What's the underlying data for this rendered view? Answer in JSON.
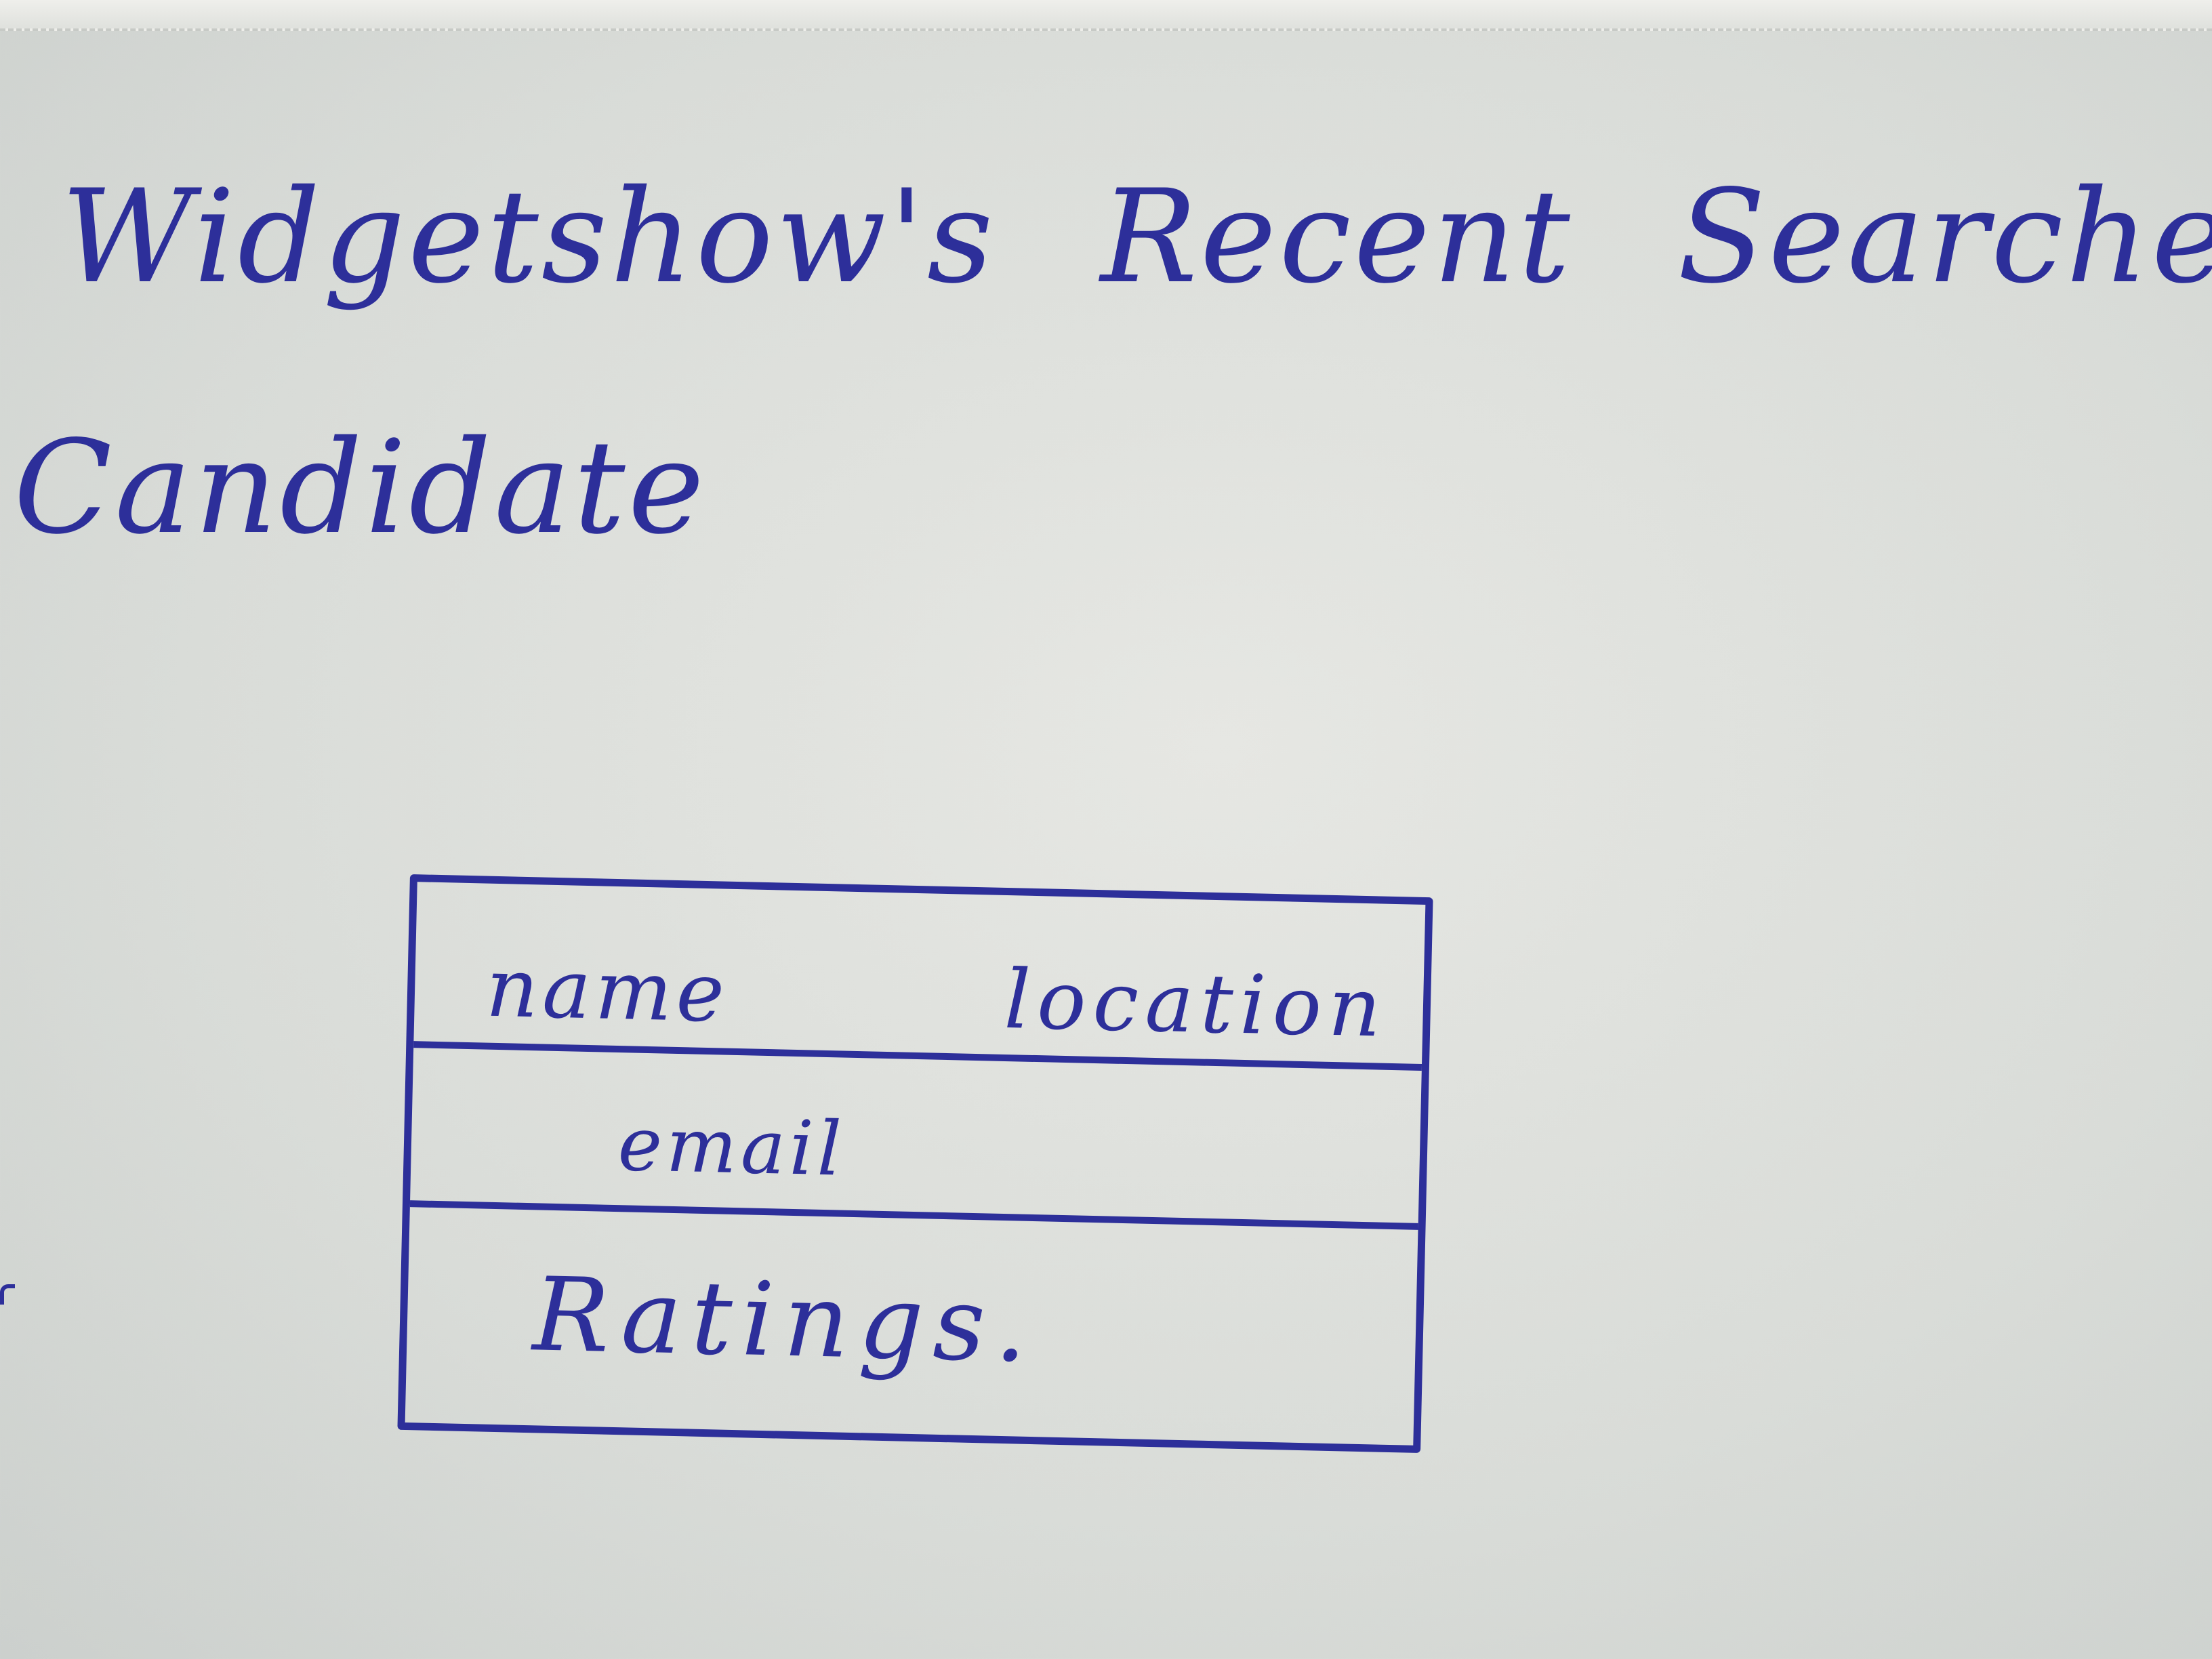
{
  "heading": {
    "line1": "Widgetshow's Recent Searched",
    "line2": "Candidate"
  },
  "wireframe": {
    "name_label": "name",
    "location_label": "location",
    "email_label": "email",
    "ratings_label": "Ratings."
  },
  "colors": {
    "ink": "#2d2f9a",
    "paper": "#e3e4e0"
  }
}
